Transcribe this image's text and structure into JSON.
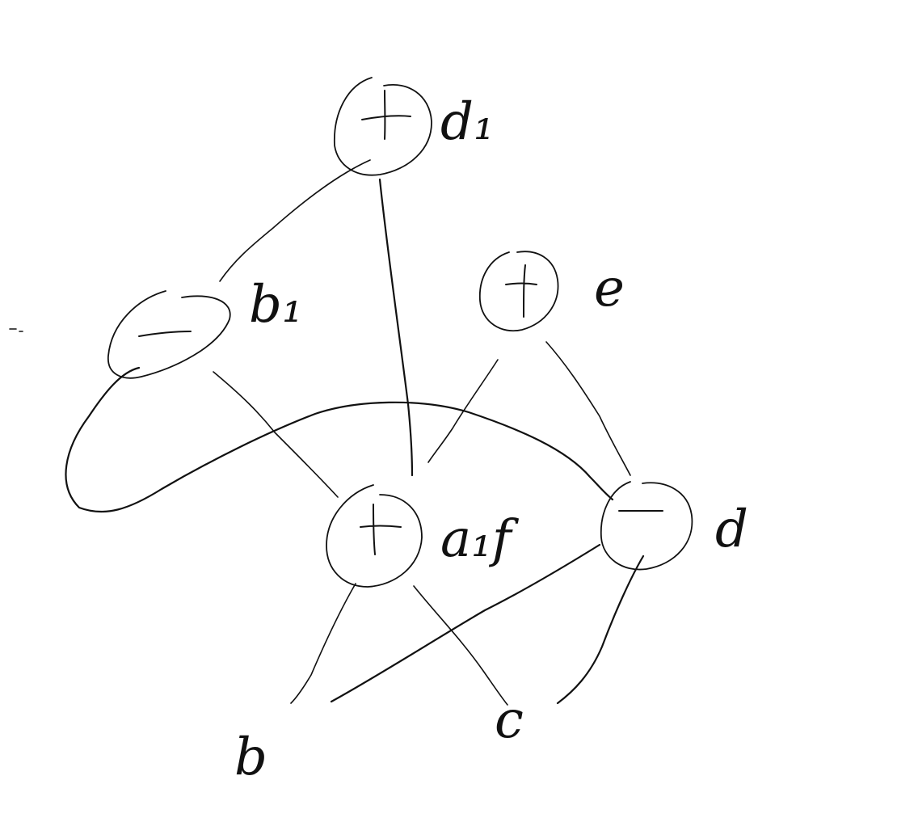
{
  "diagram": {
    "nodes": [
      {
        "id": "n_top",
        "op": "+",
        "label": "d₁"
      },
      {
        "id": "n_left",
        "op": "−",
        "label": "b₁"
      },
      {
        "id": "n_rightup",
        "op": "+",
        "label": "e"
      },
      {
        "id": "n_center",
        "op": "+",
        "label": "a₁f"
      },
      {
        "id": "n_right",
        "op": "−",
        "label": "d"
      }
    ],
    "leaves": [
      {
        "id": "leaf_b",
        "label": "b"
      },
      {
        "id": "leaf_c",
        "label": "c"
      }
    ],
    "edges": [
      {
        "from": "n_top",
        "to": "n_left"
      },
      {
        "from": "n_top",
        "to": "n_center"
      },
      {
        "from": "n_left",
        "to": "n_center"
      },
      {
        "from": "n_left",
        "to": "n_right"
      },
      {
        "from": "n_rightup",
        "to": "n_center"
      },
      {
        "from": "n_rightup",
        "to": "n_right"
      },
      {
        "from": "n_center",
        "to": "leaf_b"
      },
      {
        "from": "n_center",
        "to": "leaf_c"
      },
      {
        "from": "n_right",
        "to": "leaf_b"
      },
      {
        "from": "n_right",
        "to": "leaf_c"
      }
    ]
  },
  "colors": {
    "ink": "#111111",
    "background": "#ffffff"
  }
}
